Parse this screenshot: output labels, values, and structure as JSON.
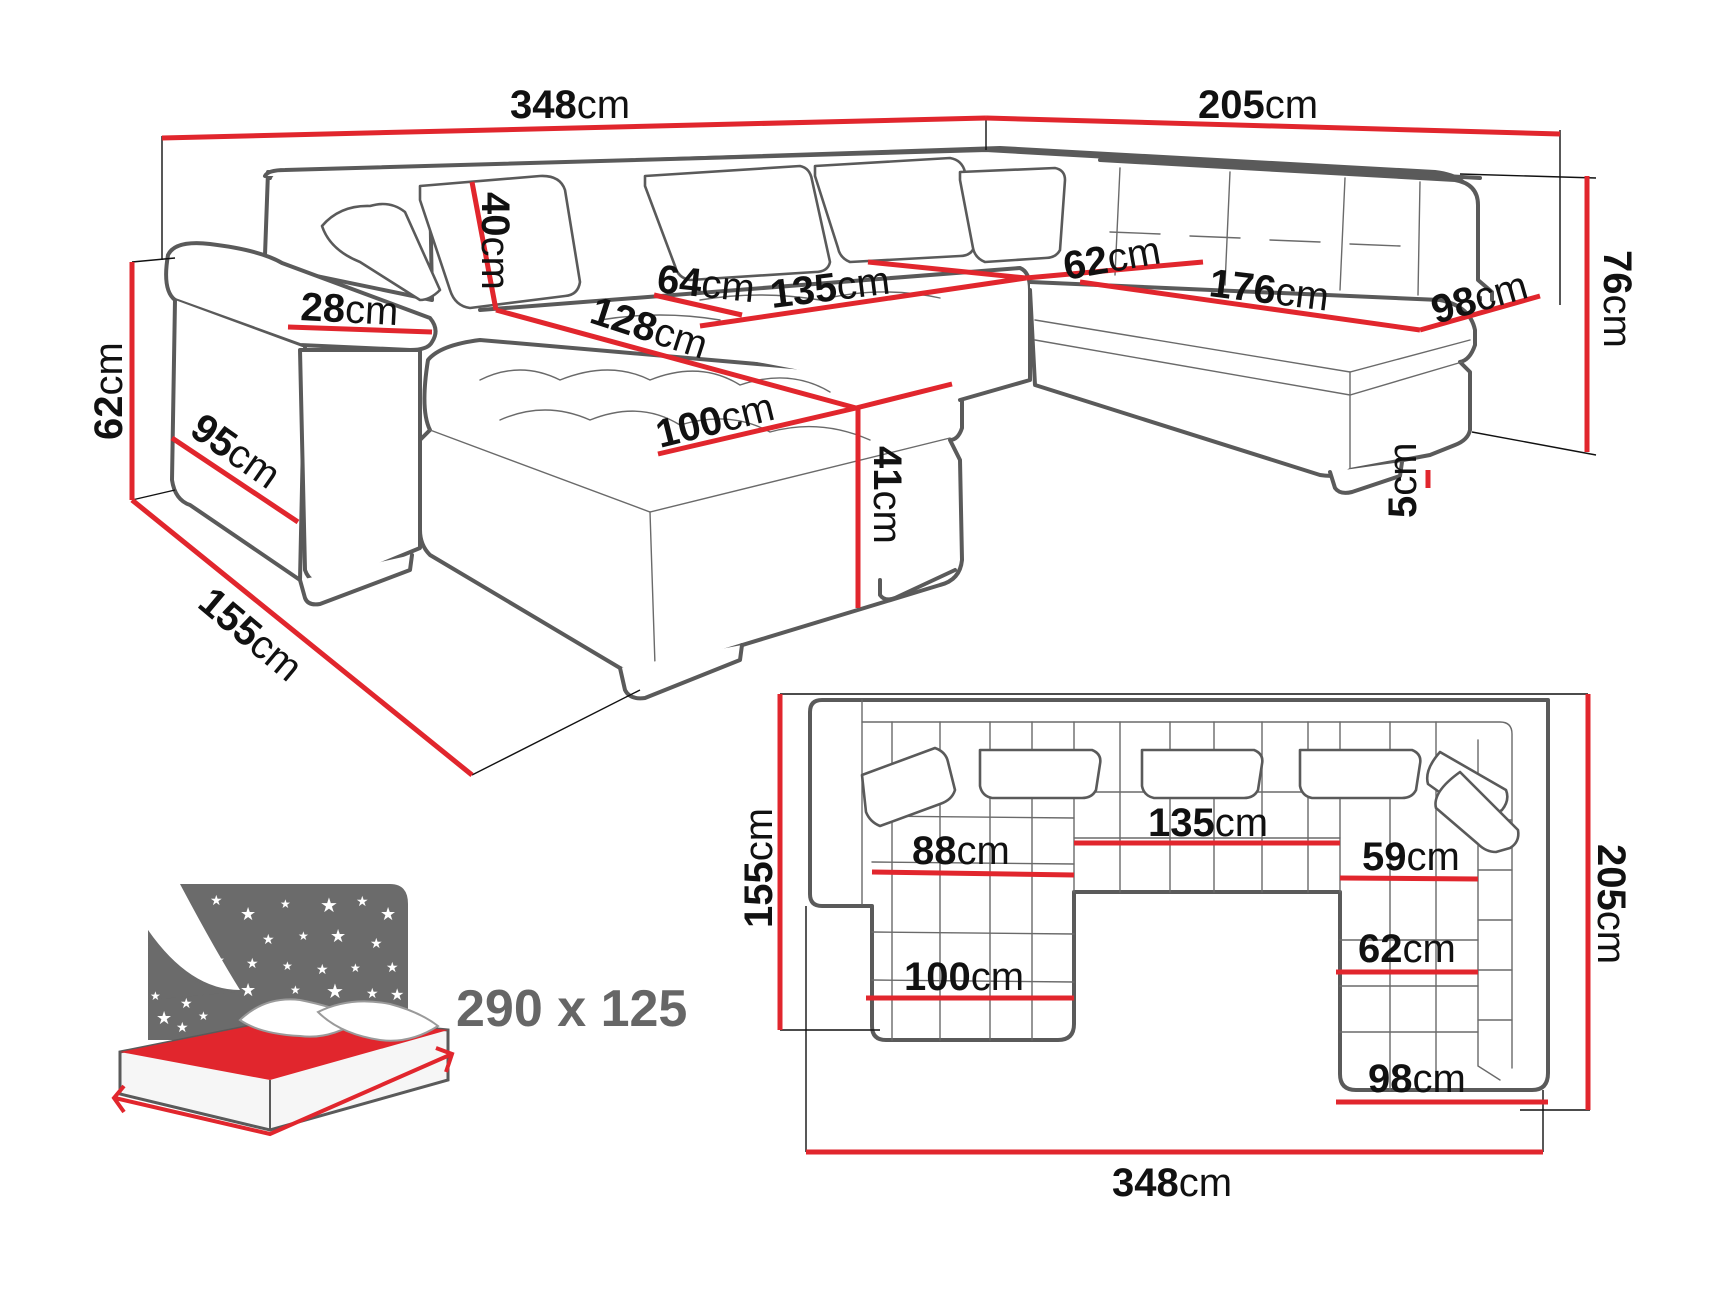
{
  "diagram": {
    "type": "furniture-dimension-drawing",
    "subject": "U-shaped corner sofa with sleeping function",
    "colors": {
      "dimension_line": "#e1262d",
      "outline": "#5a5a5a",
      "label_text": "#111111",
      "bed_icon_gray": "#6b6b6b",
      "bed_icon_red": "#e1262d",
      "bed_text": "#666666"
    },
    "perspective_view": {
      "dimensions": {
        "total_width": {
          "value": "348",
          "unit": "cm"
        },
        "right_side_width": {
          "value": "205",
          "unit": "cm"
        },
        "backrest_height": {
          "value": "40",
          "unit": "cm"
        },
        "armrest_width": {
          "value": "28",
          "unit": "cm"
        },
        "total_height": {
          "value": "62",
          "unit": "cm"
        },
        "armrest_depth": {
          "value": "95",
          "unit": "cm"
        },
        "chaise_depth": {
          "value": "155",
          "unit": "cm"
        },
        "seat_depth_left": {
          "value": "64",
          "unit": "cm"
        },
        "seat_width_middle": {
          "value": "135",
          "unit": "cm"
        },
        "chaise_length": {
          "value": "128",
          "unit": "cm"
        },
        "chaise_width": {
          "value": "100",
          "unit": "cm"
        },
        "seat_height": {
          "value": "41",
          "unit": "cm"
        },
        "seat_depth_right": {
          "value": "62",
          "unit": "cm"
        },
        "right_seat_length": {
          "value": "176",
          "unit": "cm"
        },
        "right_end_width": {
          "value": "98",
          "unit": "cm"
        },
        "right_back_height": {
          "value": "76",
          "unit": "cm"
        },
        "leg_height": {
          "value": "5",
          "unit": "cm"
        }
      }
    },
    "top_view": {
      "dimensions": {
        "left_depth": {
          "value": "155",
          "unit": "cm"
        },
        "right_depth": {
          "value": "205",
          "unit": "cm"
        },
        "total_width": {
          "value": "348",
          "unit": "cm"
        },
        "left_seat_width": {
          "value": "88",
          "unit": "cm"
        },
        "middle_seat_width": {
          "value": "135",
          "unit": "cm"
        },
        "right_seat_width_top": {
          "value": "59",
          "unit": "cm"
        },
        "left_chaise_width": {
          "value": "100",
          "unit": "cm"
        },
        "right_seat_width_mid": {
          "value": "62",
          "unit": "cm"
        },
        "right_end_width": {
          "value": "98",
          "unit": "cm"
        }
      }
    },
    "sleeping_area": {
      "icon": "bed-with-night-sky-icon",
      "label": "290 x 125"
    }
  }
}
